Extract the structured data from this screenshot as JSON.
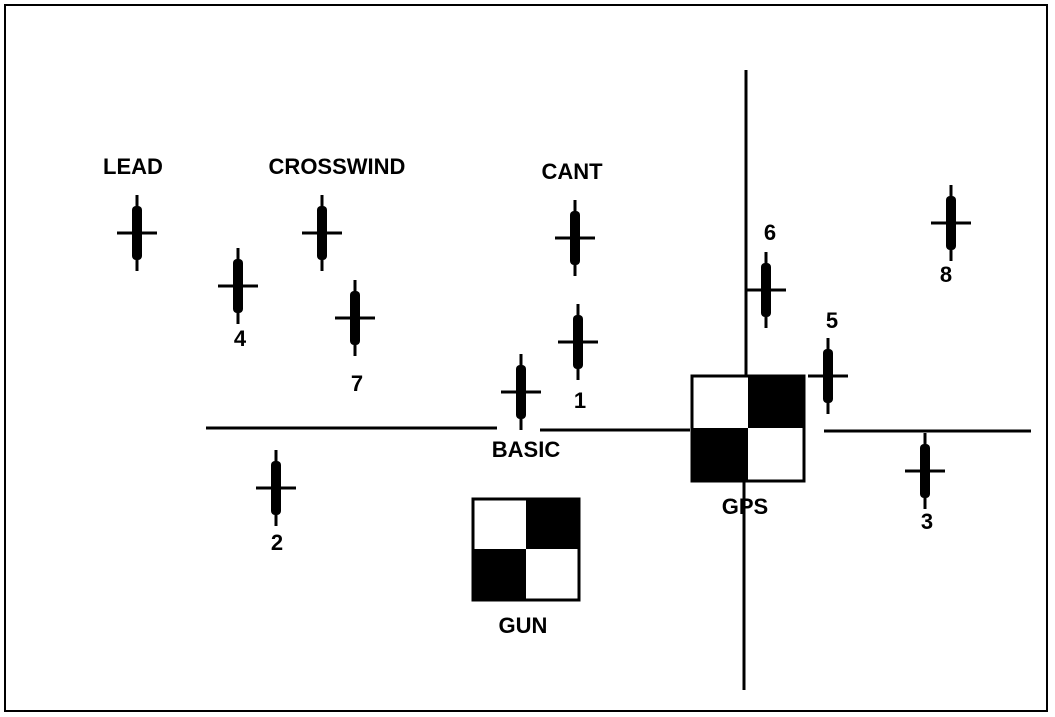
{
  "labels": {
    "lead": "LEAD",
    "crosswind": "CROSSWIND",
    "cant": "CANT",
    "basic": "BASIC",
    "gun": "GUN",
    "gps": "GPS"
  },
  "markers": [
    {
      "id": "lead",
      "number": ""
    },
    {
      "id": "crosswind",
      "number": ""
    },
    {
      "id": "cant",
      "number": ""
    },
    {
      "id": "m4",
      "number": "4"
    },
    {
      "id": "m7",
      "number": "7"
    },
    {
      "id": "m1",
      "number": "1"
    },
    {
      "id": "m6",
      "number": "6"
    },
    {
      "id": "m8",
      "number": "8"
    },
    {
      "id": "m5",
      "number": "5"
    },
    {
      "id": "m2",
      "number": "2"
    },
    {
      "id": "m3",
      "number": "3"
    },
    {
      "id": "basic",
      "number": ""
    }
  ],
  "colors": {
    "ink": "#000000",
    "paper": "#ffffff"
  }
}
